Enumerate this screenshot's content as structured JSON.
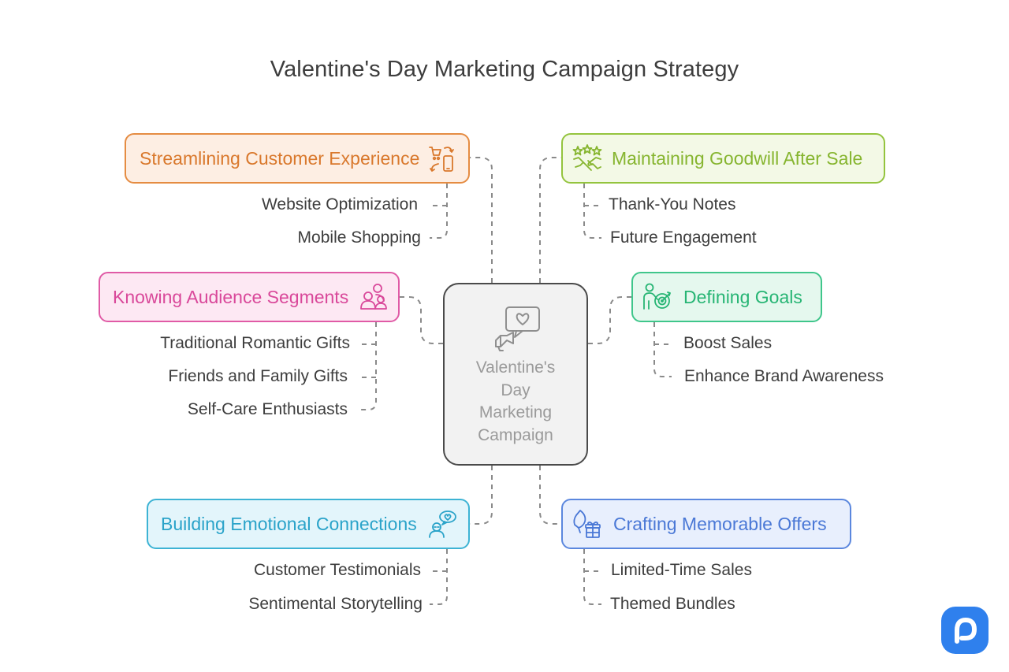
{
  "title": "Valentine's Day Marketing Campaign Strategy",
  "center": {
    "label_lines": [
      "Valentine's",
      "Day",
      "Marketing",
      "Campaign"
    ],
    "icon": "megaphone-heart-icon"
  },
  "branches": {
    "streamlining": {
      "label": "Streamlining Customer Experience",
      "icon": "cart-phone-icon",
      "color": "#e58c42",
      "items": [
        "Website Optimization",
        "Mobile Shopping"
      ]
    },
    "audience": {
      "label": "Knowing Audience Segments",
      "icon": "people-group-icon",
      "color": "#e05ba6",
      "items": [
        "Traditional Romantic Gifts",
        "Friends and Family Gifts",
        "Self-Care Enthusiasts"
      ]
    },
    "emotional": {
      "label": "Building Emotional Connections",
      "icon": "person-heart-icon",
      "color": "#3db3d4",
      "items": [
        "Customer Testimonials",
        "Sentimental Storytelling"
      ]
    },
    "goodwill": {
      "label": "Maintaining Goodwill After Sale",
      "icon": "handshake-stars-icon",
      "color": "#94c43e",
      "items": [
        "Thank-You Notes",
        "Future Engagement"
      ]
    },
    "goals": {
      "label": "Defining Goals",
      "icon": "person-target-icon",
      "color": "#3fc68b",
      "items": [
        "Boost Sales",
        "Enhance Brand Awareness"
      ]
    },
    "offers": {
      "label": "Crafting Memorable Offers",
      "icon": "tag-gift-icon",
      "color": "#5b87de",
      "items": [
        "Limited-Time Sales",
        "Themed Bundles"
      ]
    }
  },
  "logo_icon": "brand-logo-icon",
  "logo_color": "#2f80ed"
}
